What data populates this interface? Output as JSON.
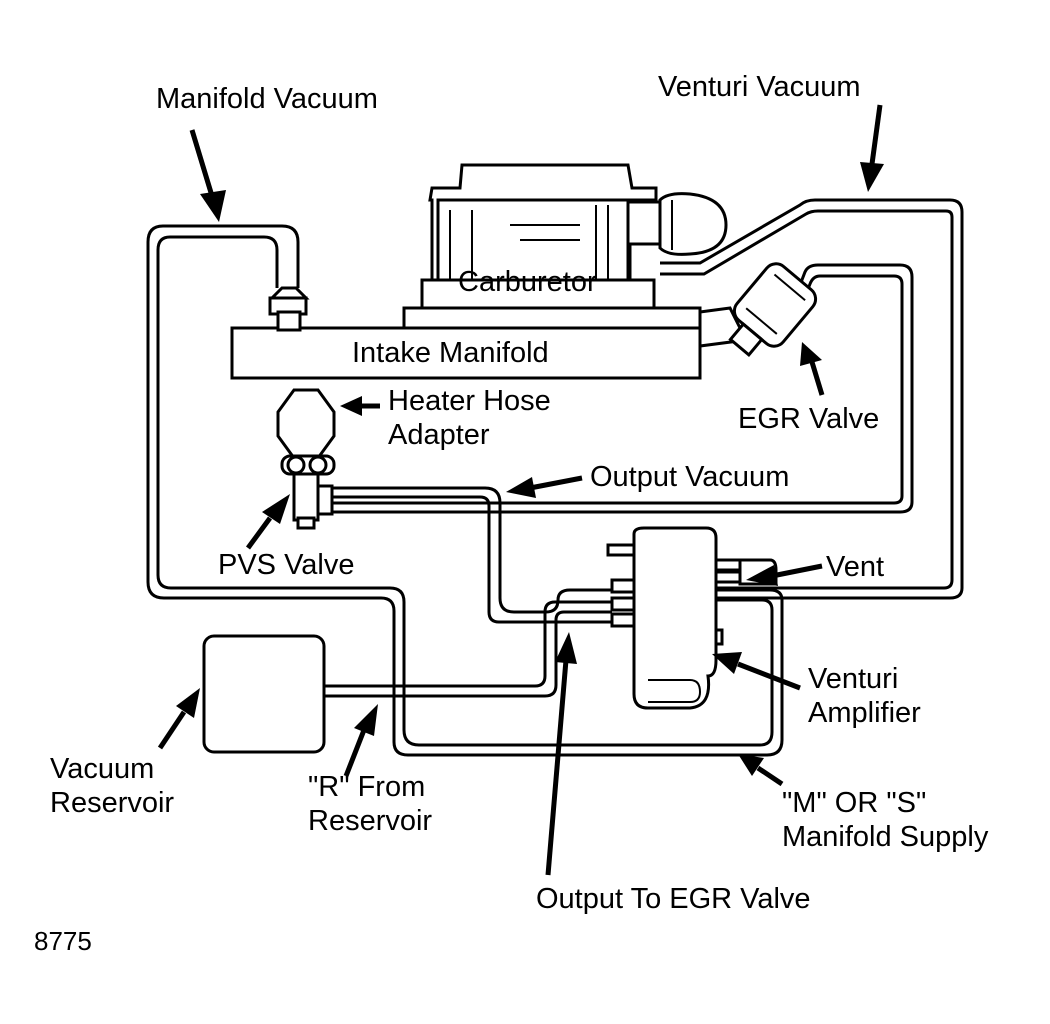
{
  "labels": {
    "manifold_vacuum": "Manifold Vacuum",
    "venturi_vacuum": "Venturi Vacuum",
    "carburetor": "Carburetor",
    "intake_manifold": "Intake Manifold",
    "heater_hose_line1": "Heater Hose",
    "heater_hose_line2": "Adapter",
    "egr_valve": "EGR Valve",
    "output_vacuum": "Output Vacuum",
    "pvs_valve": "PVS Valve",
    "vent": "Vent",
    "venturi_amplifier_line1": "Venturi",
    "venturi_amplifier_line2": "Amplifier",
    "vacuum_reservoir_line1": "Vacuum",
    "vacuum_reservoir_line2": "Reservoir",
    "r_from_reservoir_line1": "\"R\" From",
    "r_from_reservoir_line2": "Reservoir",
    "manifold_supply_line1": "\"M\" OR \"S\"",
    "manifold_supply_line2": "Manifold Supply",
    "output_to_egr": "Output To EGR Valve",
    "figure_number": "8775"
  }
}
